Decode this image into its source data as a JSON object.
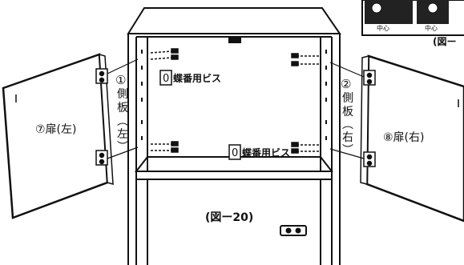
{
  "inset": {
    "marks": [
      "中心",
      "中心"
    ],
    "caption": "(図ー"
  },
  "labels": {
    "side_left_num": "①",
    "side_left_text": [
      "側",
      "板",
      "︵",
      "左",
      "︶"
    ],
    "side_right_num": "②",
    "side_right_text": [
      "側",
      "板",
      "︵",
      "右",
      "︶"
    ],
    "hinge_screw_top_box": "0",
    "hinge_screw_top_text": "蝶番用ビス",
    "hinge_screw_bottom_box": "0",
    "hinge_screw_bottom_text": "蝶番用ビス",
    "door_left": "⑦扉(左)",
    "door_right": "⑧扉(右)",
    "figure_caption": "(図ー20)"
  },
  "colors": {
    "ink": "#111111",
    "paper": "#ffffff"
  }
}
